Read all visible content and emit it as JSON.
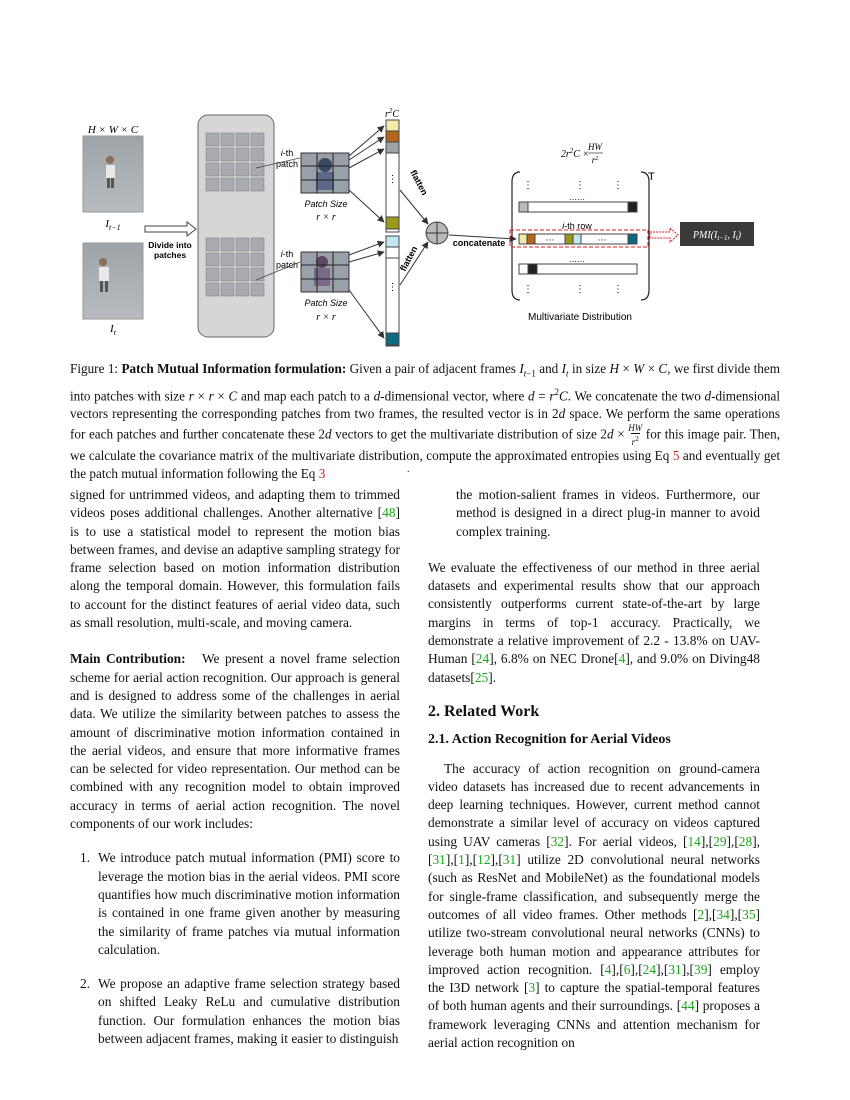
{
  "figure": {
    "input_label": "H × W × C",
    "frame_prev_label": "I_{t−1}",
    "frame_cur_label": "I_t",
    "divide_label": "Divide into patches",
    "ith_patch_label": "i-th patch",
    "patch_size_label": "Patch Size",
    "patch_size_value": "r × r",
    "r2c_label": "r²C",
    "flatten_label": "flatten",
    "concatenate_label": "concatenate",
    "matrix_top_label": "2r²C × HW/r²",
    "transpose_label": "T",
    "ith_row_label": "i-th row",
    "multivariate_label": "Multivariate Distribution",
    "pmi_label": "PMI(I_{t−1}, I_t)",
    "dots": "……",
    "ellipsis": "···",
    "vdots": "⋮"
  },
  "caption": {
    "prefix": "Figure 1: ",
    "title": "Patch Mutual Information formulation:",
    "body1": " Given a pair of adjacent frames I",
    "body_full": "Given a pair of adjacent frames I_{t−1} and I_t in size H × W × C, we first divide them into patches with size r × r × C and map each patch to a d-dimensional vector, where d = r²C. We concatenate the two d-dimensional vectors representing the corresponding patches from two frames, the resulted vector is in 2d space. We perform the same operations for each patches and further concatenate these 2d vectors to get the multivariate distribution of size 2d × HW/r² for this image pair. Then, we calculate the covariance matrix of the multivariate distribution, compute the approximated entropies using Eq 5 and eventually get the patch mutual information following the Eq 3",
    "eq5": "5",
    "eq3": "3"
  },
  "left_col": {
    "para1": "signed for untrimmed videos, and adapting them to trimmed videos poses additional challenges. Another alternative [48] is to use a statistical model to represent the motion bias between frames, and devise an adaptive sampling strategy for frame selection based on motion information distribution along the temporal domain. However, this formulation fails to account for the distinct features of aerial video data, such as small resolution, multi-scale, and moving camera.",
    "main_label": "Main Contribution:",
    "main_text": "We present a novel frame selection scheme for aerial action recognition. Our approach is general and is designed to address some of the challenges in aerial data. We utilize the similarity between patches to assess the amount of discriminative motion information contained in the aerial videos, and ensure that more informative frames can be selected for video representation. Our method can be combined with any recognition model to obtain improved accuracy in terms of aerial action recognition. The novel components of our work includes:",
    "item1": "We introduce patch mutual information (PMI) score to leverage the motion bias in the aerial videos. PMI score quantifies how much discriminative motion information is contained in one frame given another by measuring the similarity of frame patches via mutual information calculation.",
    "item2": "We propose an adaptive frame selection strategy based on shifted Leaky ReLu and cumulative distribution function. Our formulation enhances the motion bias between adjacent frames, making it easier to distinguish",
    "num1": "1.",
    "num2": "2."
  },
  "right_col": {
    "cont": "the motion-salient frames in videos. Furthermore, our method is designed in a direct plug-in manner to avoid complex training.",
    "eval": "We evaluate the effectiveness of our method in three aerial datasets and experimental results show that our approach consistently outperforms current state-of-the-art by large margins in terms of top-1 accuracy. Practically, we demonstrate a relative improvement of 2.2 - 13.8% on UAV-Human [24], 6.8% on NEC Drone[4], and 9.0% on Diving48 datasets[25].",
    "h2": "2. Related Work",
    "h3": "2.1. Action Recognition for Aerial Videos",
    "body": "The accuracy of action recognition on ground-camera video datasets has increased due to recent advancements in deep learning techniques. However, current method cannot demonstrate a similar level of accuracy on videos captured using UAV cameras [32]. For aerial videos, [14],[29],[28],[31],[1],[12],[31] utilize 2D convolutional neural networks (such as ResNet and MobileNet) as the foundational models for single-frame classification, and subsequently merge the outcomes of all video frames. Other methods [2],[34],[35] utilize two-stream convolutional neural networks (CNNs) to leverage both human motion and appearance attributes for improved action recognition. [4],[6],[24],[31],[39] employ the I3D network [3] to capture the spatial-temporal features of both human agents and their surroundings. [44] proposes a framework leveraging CNNs and attention mechanism for aerial action recognition on"
  },
  "colors": {
    "citation": "#1aa51a",
    "eqref": "#d42020",
    "pmi_box": "#3a3a3a"
  }
}
